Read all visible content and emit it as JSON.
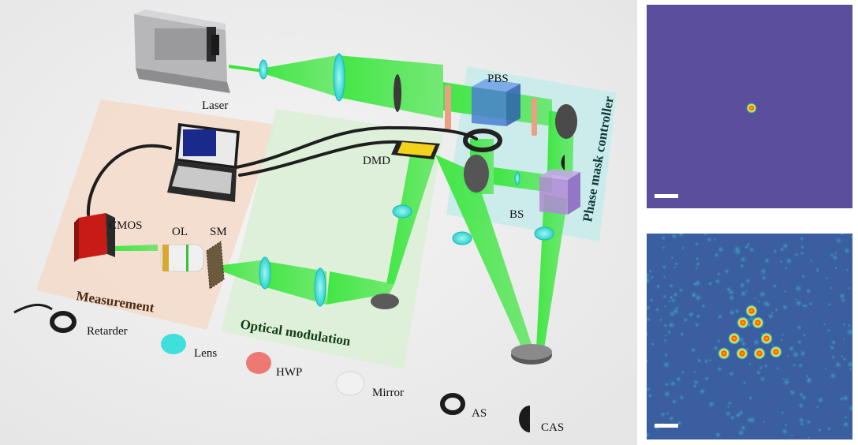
{
  "components": {
    "laser": "Laser",
    "pbs": "PBS",
    "dmd": "DMD",
    "bs": "BS",
    "cmos": "CMOS",
    "ol": "OL",
    "sm": "SM"
  },
  "regions": {
    "measurement": "Measurement",
    "optical_modulation": "Optical modulation",
    "phase_mask_controller": "Phase mask controller"
  },
  "legend": {
    "retarder": "Retarder",
    "lens": "Lens",
    "hwp": "HWP",
    "mirror": "Mirror",
    "as": "AS",
    "cas": "CAS"
  },
  "colors": {
    "beam": "#39e63c",
    "lens": "#3fe0dc",
    "hwp": "#ec7a72",
    "measurement_bg": "#f3dccd",
    "modulation_bg": "#dcefd6",
    "phase_bg": "#c9ecec",
    "map_bg": "#5b4e9c",
    "map_bg2": "#3a5ea0"
  },
  "panels": {
    "top": {
      "spots": 1
    },
    "bottom": {
      "spots": 9
    }
  }
}
